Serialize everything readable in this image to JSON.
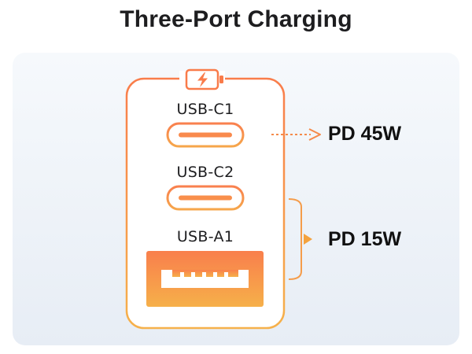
{
  "title": "Three-Port Charging",
  "ports": [
    {
      "label": "USB-C1",
      "type": "usb-c"
    },
    {
      "label": "USB-C2",
      "type": "usb-c"
    },
    {
      "label": "USB-A1",
      "type": "usb-a"
    }
  ],
  "outputs": [
    {
      "label": "PD 45W",
      "ports": [
        "USB-C1"
      ]
    },
    {
      "label": "PD 15W",
      "ports": [
        "USB-C2",
        "USB-A1"
      ]
    }
  ],
  "colors": {
    "accent_top": "#f97b4a",
    "accent_bottom": "#f6b04a",
    "text": "#1d1d1f",
    "panel": "#eef2f7"
  },
  "icons": {
    "header": "battery-charging-icon"
  }
}
